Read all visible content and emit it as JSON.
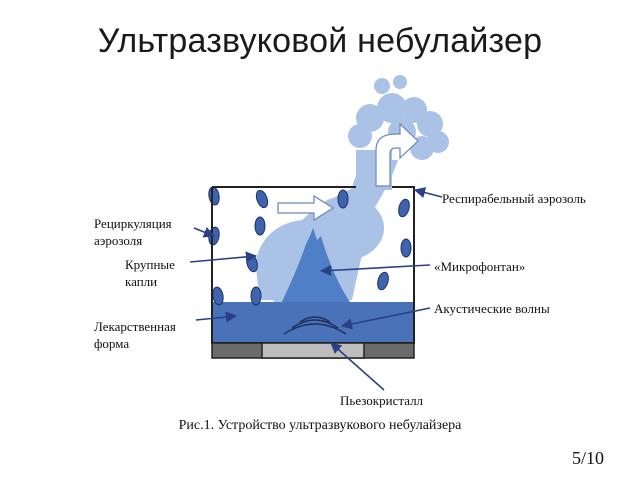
{
  "slide": {
    "title": "Ультразвуковой небулайзер",
    "page_number": "5/10"
  },
  "diagram": {
    "labels": {
      "recirculation": "Рециркуляция аэрозоля",
      "large_drops": "Крупные капли",
      "drug_form": "Лекарственная форма",
      "respirable_aerosol": "Респирабельный аэрозоль",
      "microfountain": "«Микрофонтан»",
      "acoustic_waves": "Акустические волны",
      "piezo_crystal": "Пьезокристалл"
    },
    "caption": "Рис.1. Устройство ультразвукового небулайзера",
    "colors": {
      "chamber_outline": "#222222",
      "liquid": "#4a72b8",
      "liquid_dark": "#3a62a6",
      "aerosol_light": "#a9c2e6",
      "aerosol_mid": "#8fb0de",
      "fountain": "#4f7fc6",
      "drops": "#3f63ad",
      "base_dark": "#6b6b6b",
      "base_crystal": "#bdbdbd"
    }
  }
}
